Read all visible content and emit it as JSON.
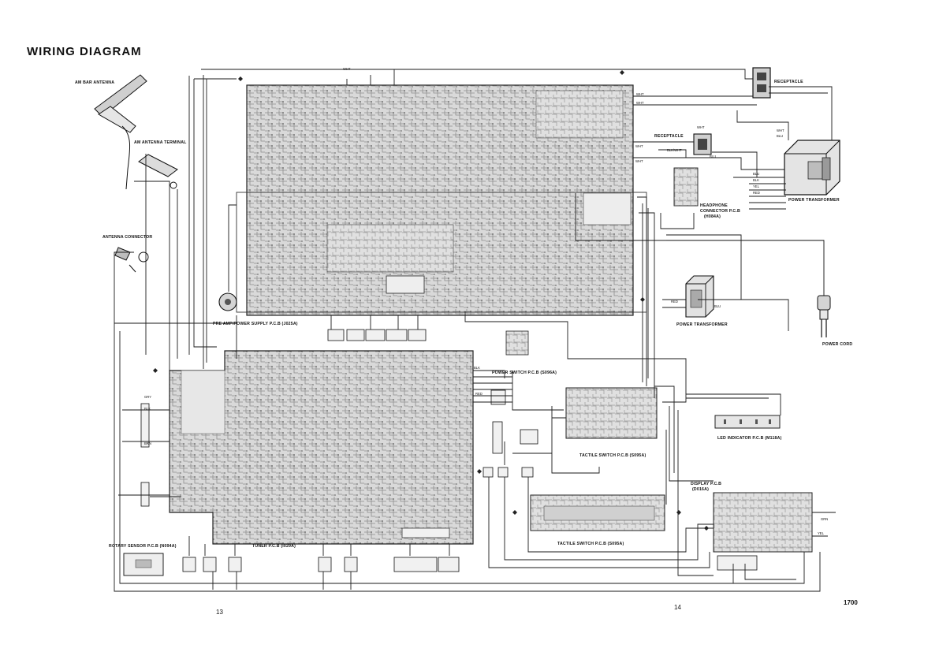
{
  "title": "WIRING DIAGRAM",
  "labels": {
    "am_bar_antenna": "AM BAR ANTENNA",
    "am_antenna_terminal": "AM ANTENNA TERMINAL",
    "antenna_connector": "ANTENNA CONNECTOR",
    "receptacle_top": "RECEPTACLE",
    "receptacle_mid": "RECEPTACLE",
    "power_transformer_right": "POWER TRANSFORMER",
    "power_transformer_mid": "POWER TRANSFORMER",
    "power_cord": "POWER CORD",
    "headphone_pcb_line1": "HEADPHONE",
    "headphone_pcb_line2": "CONNECTOR  P.C.B",
    "headphone_pcb_line3": "(H084A)",
    "preamp_pcb": "PRE AMP/POWER SUPPLY P.C.B (J025A)",
    "power_switch_pcb": "POWER SWITCH P.C.B (S096A)",
    "tactile_switch_pcb_1": "TACTILE SWITCH P.C.B (S095A)",
    "tactile_switch_pcb_2": "TACTILE SWITCH P.C.B (S095A)",
    "led_indicator_pcb": "LED INDICATOR P.C.B (M118A)",
    "display_pcb_line1": "DISPLAY P.C.B",
    "display_pcb_line2": "(D016A)",
    "rotary_sensor_pcb": "ROTARY SENSOR P.C.B (N094A)",
    "tuner_pcb": "TUNER P.C.B (I029A)"
  },
  "wire_colors": {
    "wht_1": "WHT",
    "wht_2": "WHT",
    "wht_3": "WHT",
    "wht_4": "WHT",
    "wht_5": "WHT",
    "wht_6": "WHT",
    "wht_7": "WHT",
    "blu_1": "BLU",
    "blu_2": "BLU",
    "blu_3": "BLU",
    "blu_4": "BLU",
    "blk_1": "BLK",
    "blk_2": "BLK",
    "blk_3": "BLK",
    "blk_wht": "BLK/WHT",
    "yel_1": "YEL",
    "yel_2": "YEL",
    "red_1": "RED",
    "red_2": "RED",
    "red_3": "RED",
    "gry": "GRY",
    "brn": "BRN",
    "grn": "GRN"
  },
  "page_numbers": {
    "left": "13",
    "right": "14",
    "model": "1700"
  },
  "colors": {
    "ink": "#1a1a1a",
    "board_fill": "#d6d6d6",
    "board_trace": "#8a8a8a"
  }
}
